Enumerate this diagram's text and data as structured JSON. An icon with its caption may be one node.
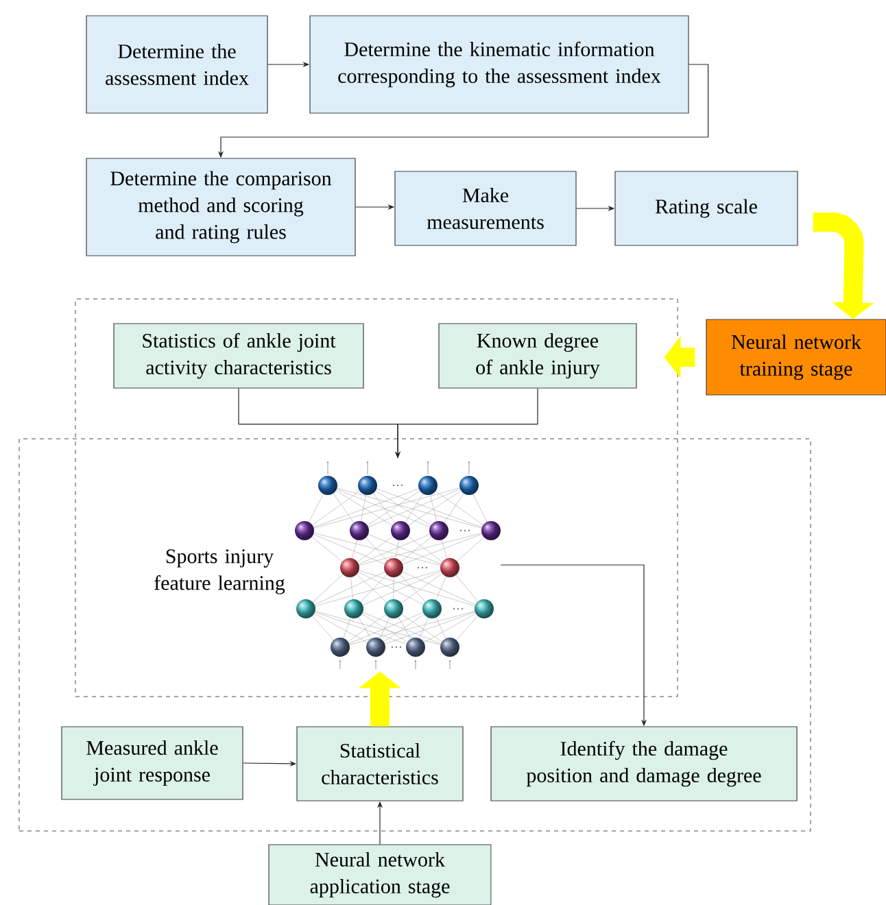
{
  "diagram": {
    "nodes": [
      {
        "text": [
          "Determine the assessment index"
        ]
      },
      {
        "text": [
          "Determine the kinematic information corresponding to the assessment index"
        ]
      },
      {
        "text": [
          "Determine the comparison method and scoring and rating rules"
        ]
      },
      {
        "text": [
          "Make measurements"
        ]
      },
      {
        "text": [
          "Rating scale"
        ]
      },
      {
        "text": [],
        "shape": "box"
      },
      {
        "text": [
          "Statistics of ankle joint activity characteristics"
        ],
        "in": 5
      },
      {
        "text": [
          "Known degree of ankle injury"
        ],
        "in": 5
      },
      {
        "text": [
          "Neural network training stage"
        ]
      },
      {
        "text": [],
        "shape": "box"
      },
      {
        "text": [],
        "shape": "picture"
      },
      {
        "text": [
          "Measured ankle joint response"
        ],
        "in": 9
      },
      {
        "text": [
          "Statistical characteristics"
        ],
        "in": 9
      },
      {
        "text": [
          "Identify the damage position and damage degree"
        ],
        "in": 9
      },
      {
        "text": [
          "Neural network application stage"
        ]
      }
    ],
    "edges": [
      {
        "from": 0,
        "to": 1,
        "arrow": "to"
      },
      {
        "from": 1,
        "to": 2,
        "arrow": "to"
      },
      {
        "from": 2,
        "to": 3,
        "arrow": "to"
      },
      {
        "from": 3,
        "to": 4,
        "arrow": "to"
      },
      {
        "from": 4,
        "to": 8,
        "arrow": "to",
        "style": "thick",
        "color": "#ffff00"
      },
      {
        "from": 8,
        "to": 5,
        "arrow": "to",
        "style": "thick",
        "color": "#ffff00"
      },
      {
        "from": 6,
        "to": 10,
        "arrow": "to"
      },
      {
        "from": 7,
        "to": 10,
        "arrow": "to"
      },
      {
        "from": 10,
        "to": 13,
        "arrow": "to"
      },
      {
        "from": 11,
        "to": 12,
        "arrow": "to"
      },
      {
        "from": 14,
        "to": 12,
        "arrow": "to"
      },
      {
        "from": 12,
        "to": 10,
        "arrow": "to",
        "style": "thick",
        "color": "#ffff00"
      }
    ],
    "labels": [
      "Sports injury feature learning"
    ]
  }
}
